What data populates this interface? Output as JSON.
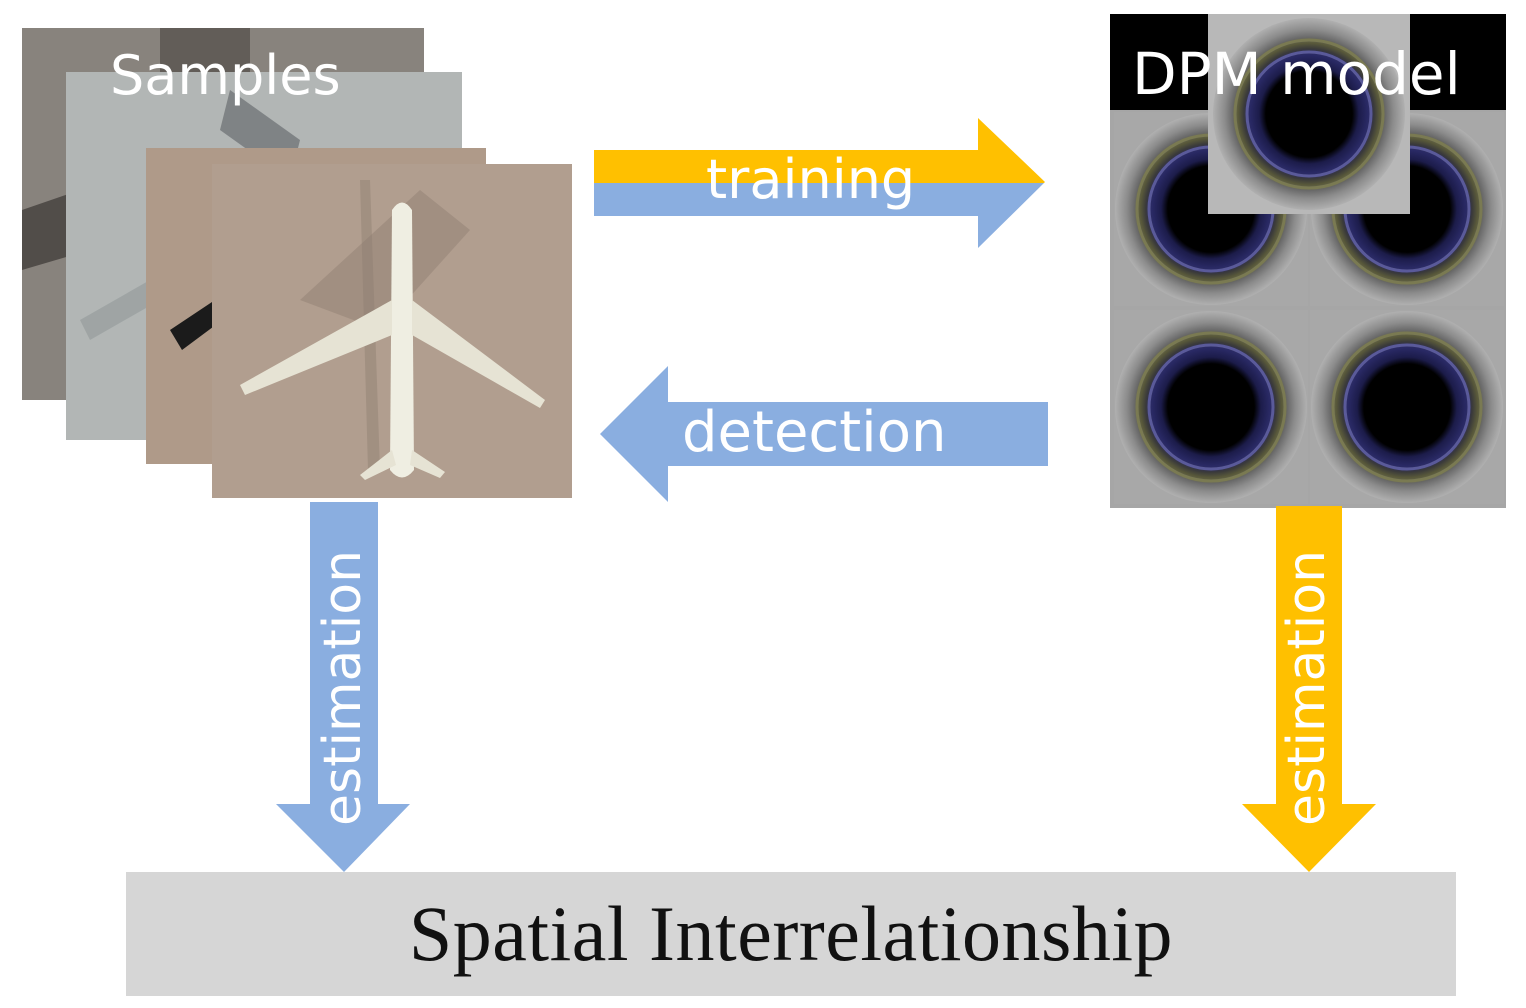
{
  "samples": {
    "title": "Samples"
  },
  "model": {
    "title": "DPM model"
  },
  "arrows": {
    "training": "training",
    "detection": "detection",
    "estimation_left": "estimation",
    "estimation_right": "estimation"
  },
  "footer": {
    "label": "Spatial Interrelationship"
  },
  "colors": {
    "blue_arrow": "#8aaee0",
    "orange_arrow": "#ffc000",
    "footer_bg": "#d6d6d6",
    "model_header": "#000000"
  }
}
